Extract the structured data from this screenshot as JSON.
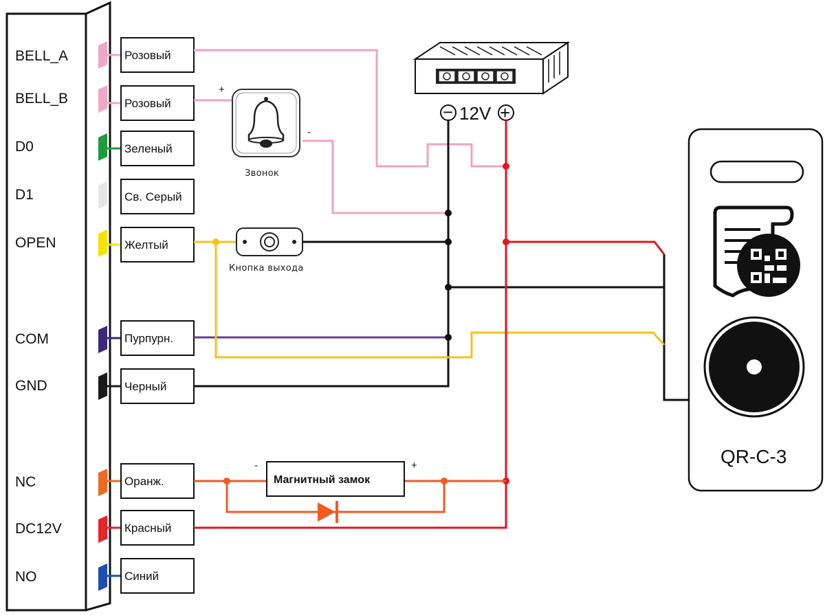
{
  "controller": {
    "pins": [
      {
        "pin": "BELL_A",
        "wire": "Розовый",
        "color": "#f1a7c6"
      },
      {
        "pin": "BELL_B",
        "wire": "Розовый",
        "color": "#f1a7c6"
      },
      {
        "pin": "D0",
        "wire": "Зеленый",
        "color": "#1e9b3a"
      },
      {
        "pin": "D1",
        "wire": "Св. Серый",
        "color": "#e6e6e6"
      },
      {
        "pin": "OPEN",
        "wire": "Желтый",
        "color": "#f4e400"
      },
      {
        "pin": "COM",
        "wire": "Пурпурн.",
        "color": "#3b2a7a"
      },
      {
        "pin": "GND",
        "wire": "Черный",
        "color": "#1a1a1a"
      },
      {
        "pin": "NC",
        "wire": "Оранж.",
        "color": "#f06a1e"
      },
      {
        "pin": "DC12V",
        "wire": "Красный",
        "color": "#e8232a"
      },
      {
        "pin": "NO",
        "wire": "Синий",
        "color": "#1d4fb0"
      }
    ]
  },
  "power_supply": {
    "voltage": "12V",
    "minus": "−",
    "plus": "+"
  },
  "bell": {
    "label": "Звонок",
    "plus": "+",
    "minus": "-"
  },
  "exit_button": {
    "label": "Кнопка выхода"
  },
  "lock": {
    "label": "Магнитный замок",
    "minus": "-",
    "plus": "+"
  },
  "reader": {
    "model": "QR-C-3"
  },
  "colors": {
    "pink_wire": "#efa3c2",
    "yellow_wire": "#f5c21a",
    "purple_wire": "#6a3c95",
    "black_wire": "#111111",
    "orange_wire": "#f15a22",
    "red_wire": "#e4151f",
    "diode": "#f15a22"
  }
}
